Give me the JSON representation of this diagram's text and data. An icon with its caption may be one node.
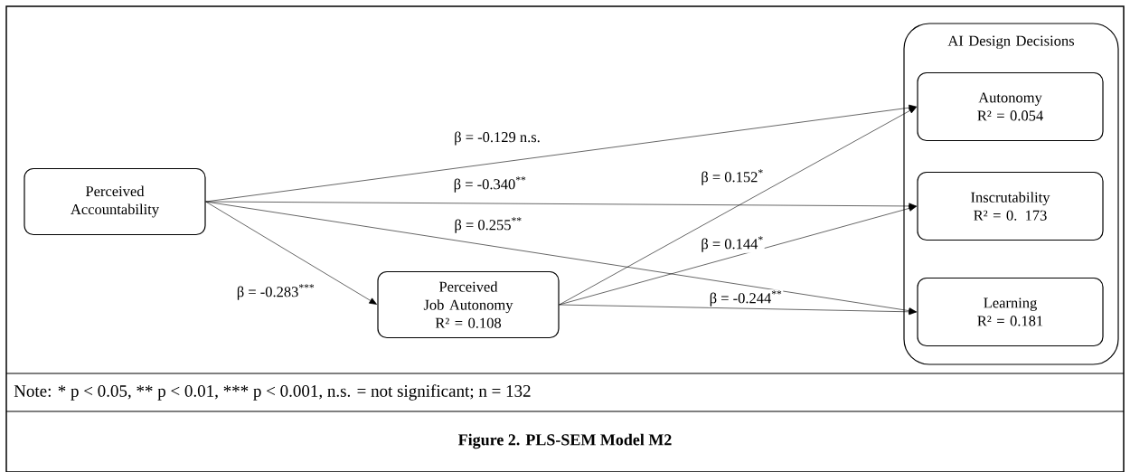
{
  "diagram": {
    "caption": "Figure 2. PLS-SEM Model M2",
    "nodes": [
      {
        "text": [
          "Perceived Accountability"
        ]
      },
      {
        "text": [
          "AI Design Decisions"
        ]
      },
      {
        "text": [
          "Autonomy",
          "R² = 0.054"
        ],
        "in": 1
      },
      {
        "text": [
          "Inscrutability",
          "R² = 0. 173"
        ],
        "in": 1
      },
      {
        "text": [
          "Learning",
          "R² = 0.181"
        ],
        "in": 1
      },
      {
        "text": [
          "Perceived Job Autonomy",
          "R² = 0.108"
        ]
      }
    ],
    "edges": [
      {
        "from": 0,
        "to": 2,
        "arrow": "to",
        "label": "β = -0.129 n.s."
      },
      {
        "from": 0,
        "to": 3,
        "arrow": "to",
        "label": "β = -0.340$^{**}$"
      },
      {
        "from": 0,
        "to": 4,
        "arrow": "to",
        "label": "β = 0.255$^{**}$"
      },
      {
        "from": 0,
        "to": 5,
        "arrow": "to",
        "label": "β = -0.283$^{***}$"
      },
      {
        "from": 5,
        "to": 2,
        "arrow": "to",
        "label": "β = 0.152$^{*}$"
      },
      {
        "from": 5,
        "to": 3,
        "arrow": "to",
        "label": "β = 0.144$^{*}$"
      },
      {
        "from": 5,
        "to": 4,
        "arrow": "to",
        "label": "β = -0.244$^{**}$"
      }
    ],
    "labels": [
      "Note: * p < 0.05, ** p < 0.01, *** p < 0.001, n.s. = not significant; n = 132"
    ]
  }
}
